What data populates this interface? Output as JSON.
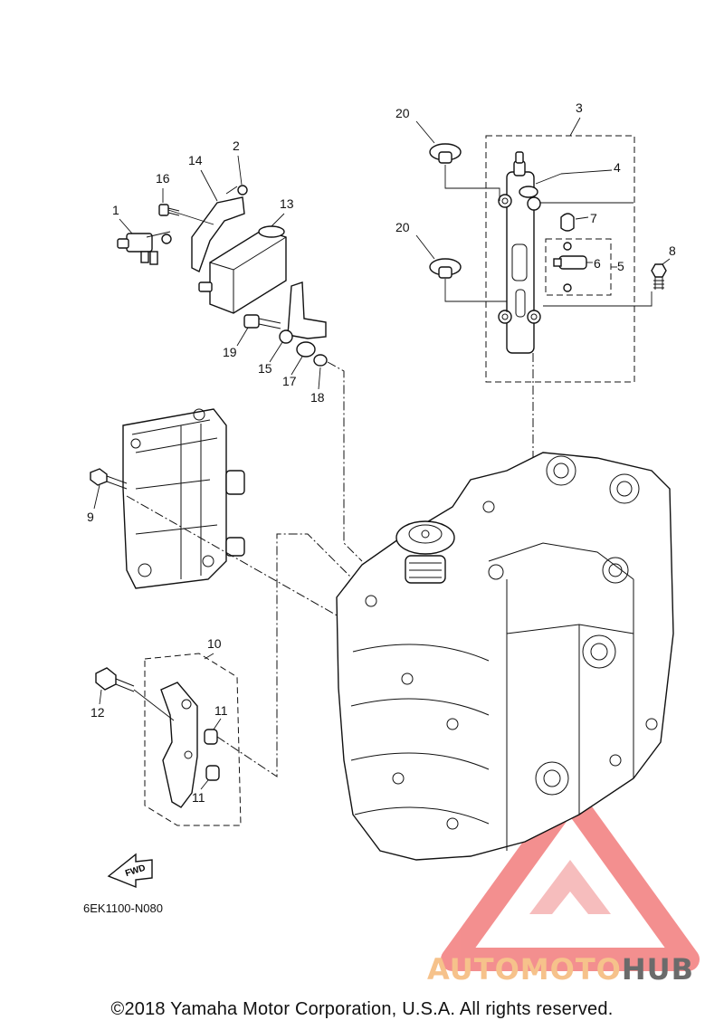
{
  "diagram": {
    "callouts": {
      "c1": "1",
      "c2": "2",
      "c3": "3",
      "c4": "4",
      "c5": "5",
      "c6": "6",
      "c7": "7",
      "c8": "8",
      "c9": "9",
      "c10": "10",
      "c11a": "11",
      "c11b": "11",
      "c12": "12",
      "c13": "13",
      "c14": "14",
      "c15": "15",
      "c16": "16",
      "c17": "17",
      "c18": "18",
      "c19": "19",
      "c20a": "20",
      "c20b": "20"
    },
    "fwd_label": "FWD",
    "code": "6EK1100-N080"
  },
  "watermark": {
    "brand_a": "AUTOMOTO",
    "brand_b": "HUB",
    "accent": "#f06a6a",
    "accent_light": "#f6c28b",
    "gray": "#6b6b6b"
  },
  "footer": {
    "copyright": "©2018 Yamaha Motor Corporation, U.S.A. All rights reserved."
  }
}
